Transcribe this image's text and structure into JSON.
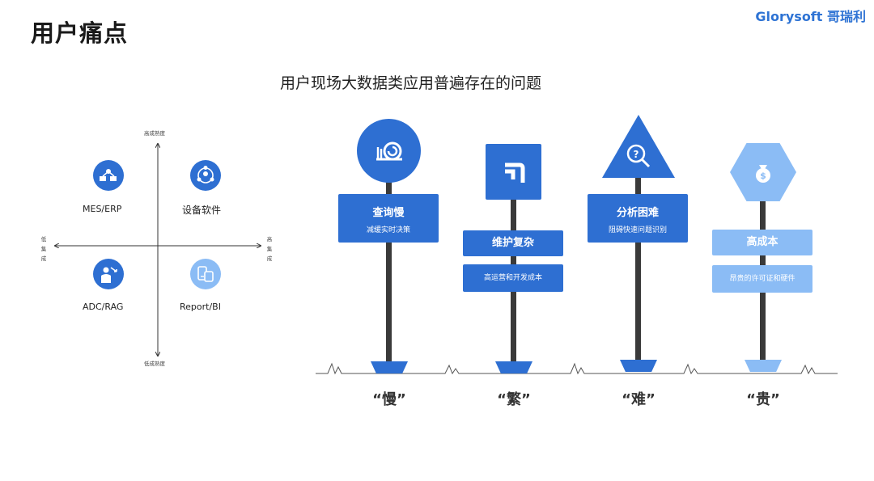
{
  "header": {
    "page_title": "用户痛点",
    "logo_text": "Glorysoft 哥瑞利"
  },
  "subtitle": "用户现场大数据类应用普遍存在的问题",
  "quadrant": {
    "axis_top": "高成熟度",
    "axis_bottom": "低成熟度",
    "axis_left": [
      "低",
      "集",
      "成"
    ],
    "axis_right": [
      "高",
      "集",
      "成"
    ],
    "items": [
      {
        "label": "MES/ERP",
        "icon": "factory-network-icon"
      },
      {
        "label": "设备软件",
        "icon": "people-network-icon"
      },
      {
        "label": "ADC/RAG",
        "icon": "person-arrow-icon"
      },
      {
        "label": "Report/BI",
        "icon": "devices-icon"
      }
    ]
  },
  "signs": [
    {
      "title": "查询慢",
      "subtitle": "减缓实时决策",
      "icon": "snail-icon",
      "caption": "“慢”"
    },
    {
      "title": "维护复杂",
      "subtitle": "高运营和开发成本",
      "icon": "pipe-icon",
      "caption": "“繁”"
    },
    {
      "title": "分析困难",
      "subtitle": "阻碍快速问题识别",
      "icon": "question-search-icon",
      "caption": "“难”"
    },
    {
      "title": "高成本",
      "subtitle": "昂贵的许可证和硬件",
      "icon": "money-bag-icon",
      "caption": "“贵”"
    }
  ],
  "colors": {
    "primary": "#2e6fd2",
    "light": "#8bbcf5",
    "text": "#1a1a1a"
  }
}
